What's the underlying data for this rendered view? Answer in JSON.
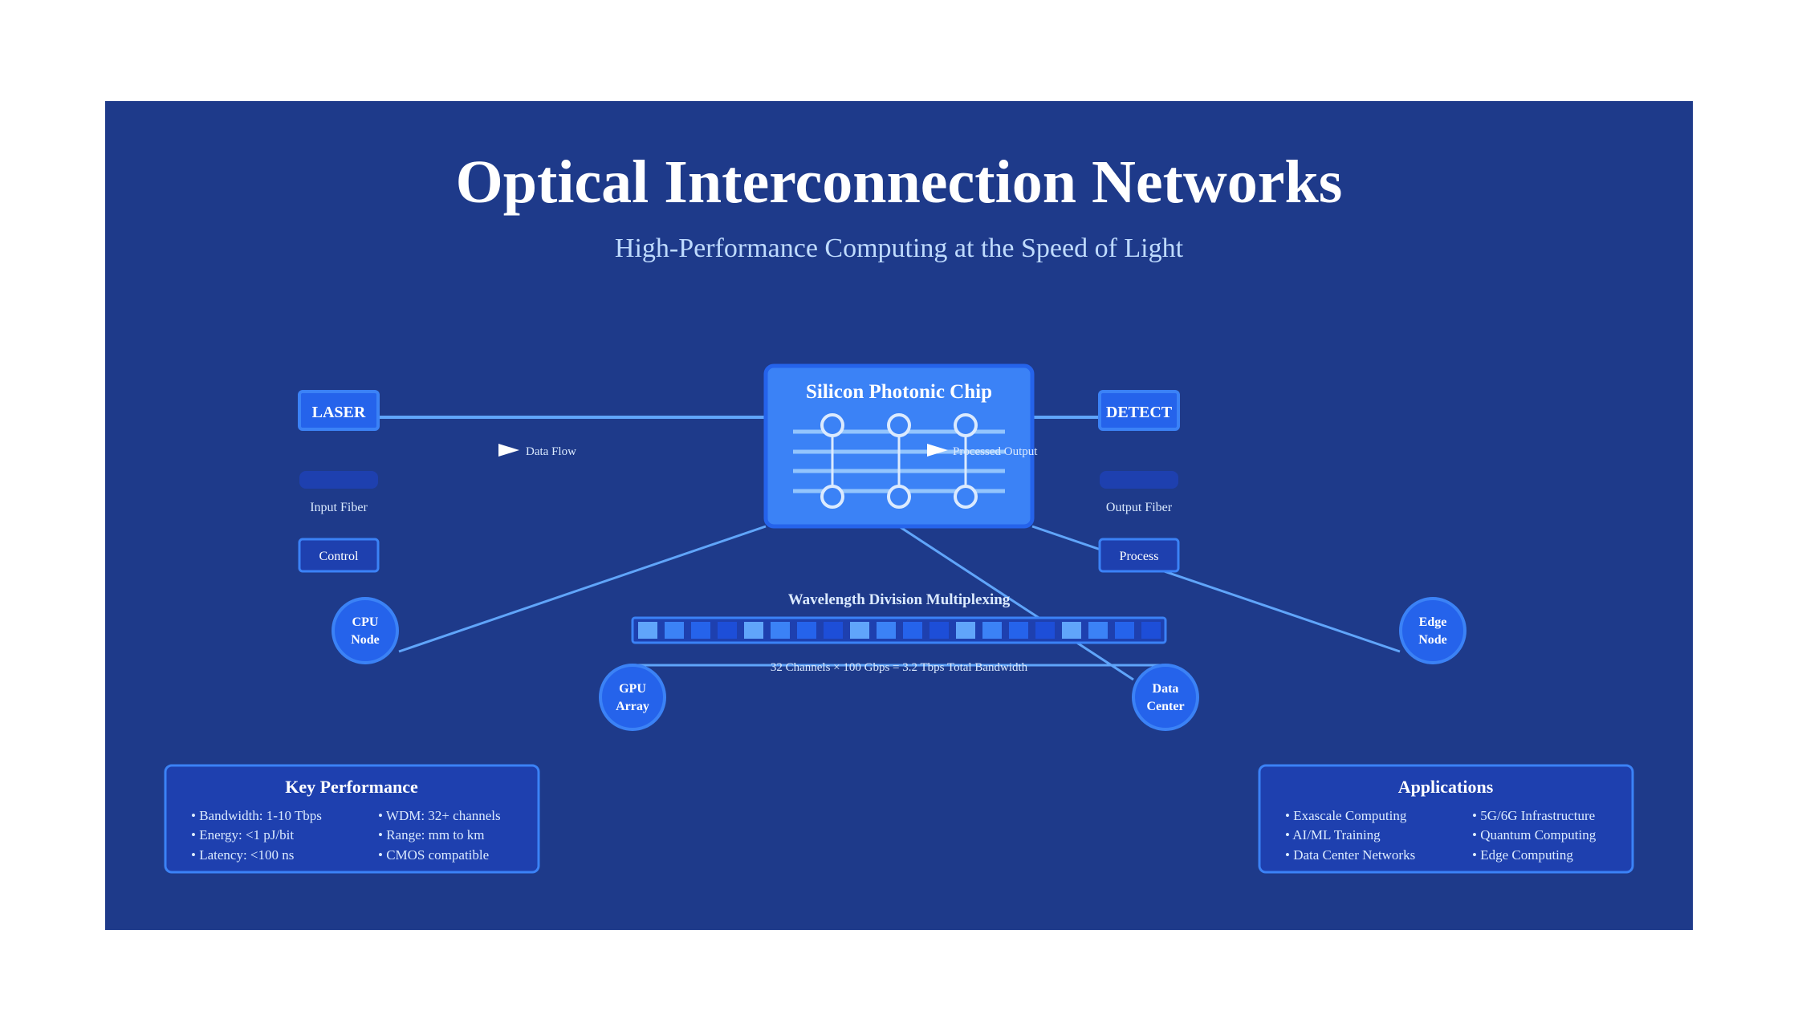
{
  "title": "Optical Interconnection Networks",
  "subtitle": "High-Performance Computing at the Speed of Light",
  "colors": {
    "background": "#1e3a8a",
    "panel": "#1e40af",
    "accent": "#3b82f6",
    "bright": "#2563eb",
    "line": "#60a5fa",
    "text": "#ffffff",
    "subtext": "#bfdbfe"
  },
  "laser": {
    "label": "LASER",
    "fiber_label": "Input Fiber",
    "control_label": "Control"
  },
  "detect": {
    "label": "DETECT",
    "fiber_label": "Output Fiber",
    "process_label": "Process"
  },
  "chip": {
    "label": "Silicon Photonic Chip"
  },
  "flows": {
    "data_flow": "Data Flow",
    "processed_output": "Processed Output"
  },
  "wdm": {
    "label": "Wavelength Division Multiplexing",
    "caption": "32 Channels × 100 Gbps = 3.2 Tbps Total Bandwidth"
  },
  "nodes": {
    "cpu": [
      "CPU",
      "Node"
    ],
    "gpu": [
      "GPU",
      "Array"
    ],
    "data_center": [
      "Data",
      "Center"
    ],
    "edge": [
      "Edge",
      "Node"
    ]
  },
  "key_performance": {
    "title": "Key Performance",
    "left": [
      "• Bandwidth: 1-10 Tbps",
      "• Energy: <1 pJ/bit",
      "• Latency: <100 ns"
    ],
    "right": [
      "• WDM: 32+ channels",
      "• Range: mm to km",
      "• CMOS compatible"
    ]
  },
  "applications": {
    "title": "Applications",
    "left": [
      "• Exascale Computing",
      "• AI/ML Training",
      "• Data Center Networks"
    ],
    "right": [
      "• 5G/6G Infrastructure",
      "• Quantum Computing",
      "• Edge Computing"
    ]
  }
}
